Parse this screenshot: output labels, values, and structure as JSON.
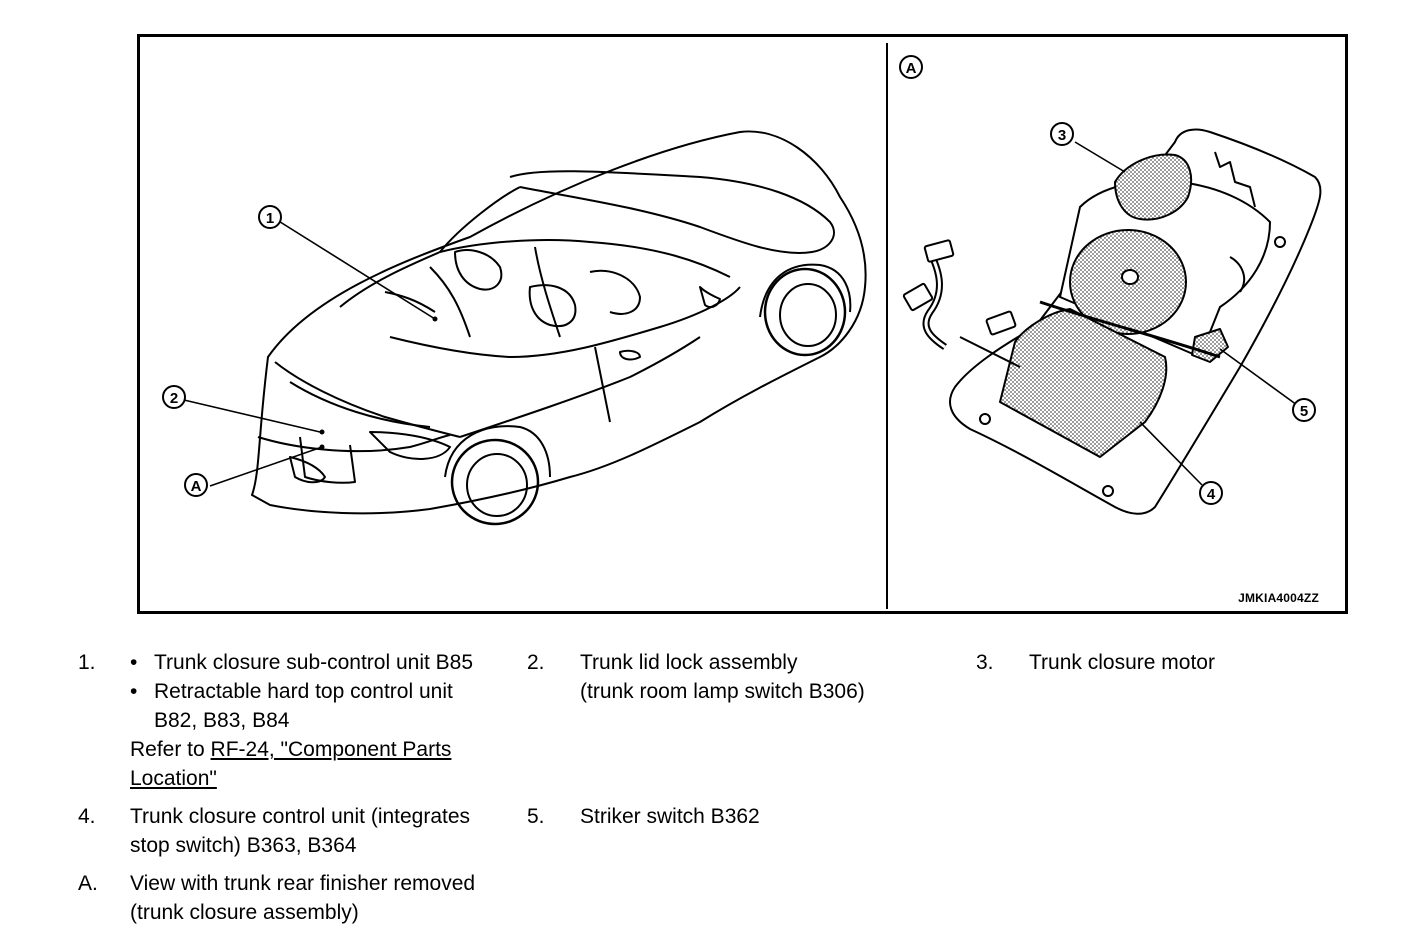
{
  "figure": {
    "code": "JMKIA4004ZZ",
    "callouts": [
      "1",
      "2",
      "A",
      "A",
      "3",
      "4",
      "5"
    ]
  },
  "legend": {
    "item1": {
      "number": "1.",
      "bullet_char": "•",
      "bullets": [
        "Trunk closure sub-control unit B85",
        "Retractable hard top control unit",
        "B82, B83, B84"
      ],
      "refer_prefix": "Refer to ",
      "refer_link_line1": "RF-24, \"Component Parts ",
      "refer_link_line2": "Location\""
    },
    "item2": {
      "number": "2.",
      "line1": "Trunk lid lock assembly",
      "line2": "(trunk room lamp switch B306)"
    },
    "item3": {
      "number": "3.",
      "line1": "Trunk closure motor"
    },
    "item4": {
      "number": "4.",
      "line1": "Trunk closure control unit (integrates",
      "line2": "stop switch) B363, B364"
    },
    "item5": {
      "number": "5.",
      "line1": "Striker switch B362"
    },
    "itemA": {
      "number": "A.",
      "line1": "View with trunk rear finisher removed",
      "line2": "(trunk closure assembly)"
    }
  }
}
